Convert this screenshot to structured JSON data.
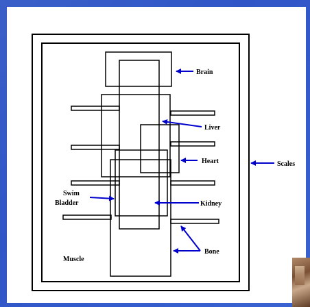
{
  "diagram": {
    "labels": {
      "brain": "Brain",
      "liver": "Liver",
      "heart": "Heart",
      "scales": "Scales",
      "swim_bladder_line1": "Swim",
      "swim_bladder_line2": "Bladder",
      "kidney": "Kidney",
      "bone": "Bone",
      "muscle": "Muscle"
    },
    "colors": {
      "arrow": "#0000cc",
      "outline": "#000000",
      "slide_background": "#3a5fcd"
    }
  }
}
